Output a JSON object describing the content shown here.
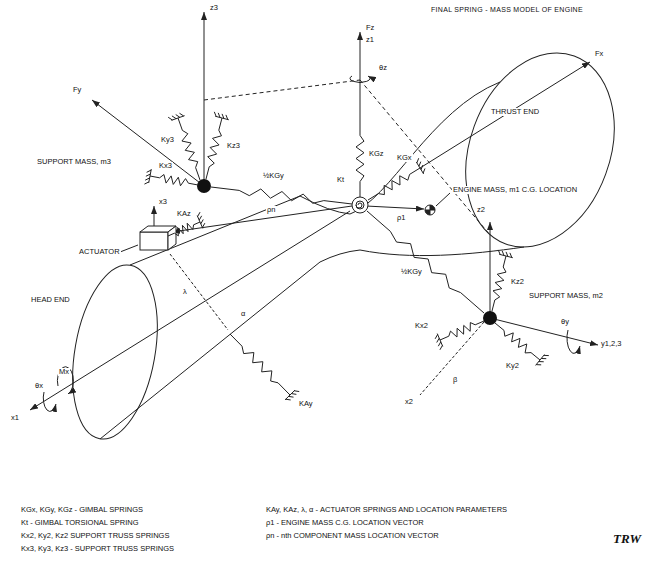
{
  "diagram": {
    "title": "FINAL SPRING - MASS MODEL OF ENGINE",
    "labels": [
      "z3",
      "Fz",
      "z1",
      "θz",
      "THRUST END",
      "Fx",
      "Fy",
      "SUPPORT MASS, m3",
      "Ky3",
      "Kz3",
      "Kx3",
      "½KGy",
      "KGz",
      "Kt",
      "KGx",
      "ENGINE MASS, m1 C.G. LOCATION",
      "ρ1",
      "ρn",
      "x3",
      "ACTUATOR",
      "KAz",
      "λ",
      "α",
      "½KGy",
      "Kz2",
      "SUPPORT MASS, m2",
      "θy",
      "y1,2,3",
      "Ky2",
      "Kx2",
      "z2",
      "x2",
      "β",
      "HEAD END",
      "Mx",
      "θx",
      "x1",
      "KAy",
      "KGx, KGy, KGz - GIMBAL SPRINGS",
      "Kt - GIMBAL TORSIONAL SPRING",
      "Kx2, Ky2, Kz2 SUPPORT TRUSS SPRINGS",
      "Kx3, Ky3, Kz3 - SUPPORT TRUSS SPRINGS",
      "KAy, KAz, λ, α - ACTUATOR SPRINGS AND LOCATION PARAMETERS",
      "ρ1 - ENGINE MASS C.G. LOCATION VECTOR",
      "ρn - nth COMPONENT MASS LOCATION VECTOR",
      "TRW"
    ]
  }
}
